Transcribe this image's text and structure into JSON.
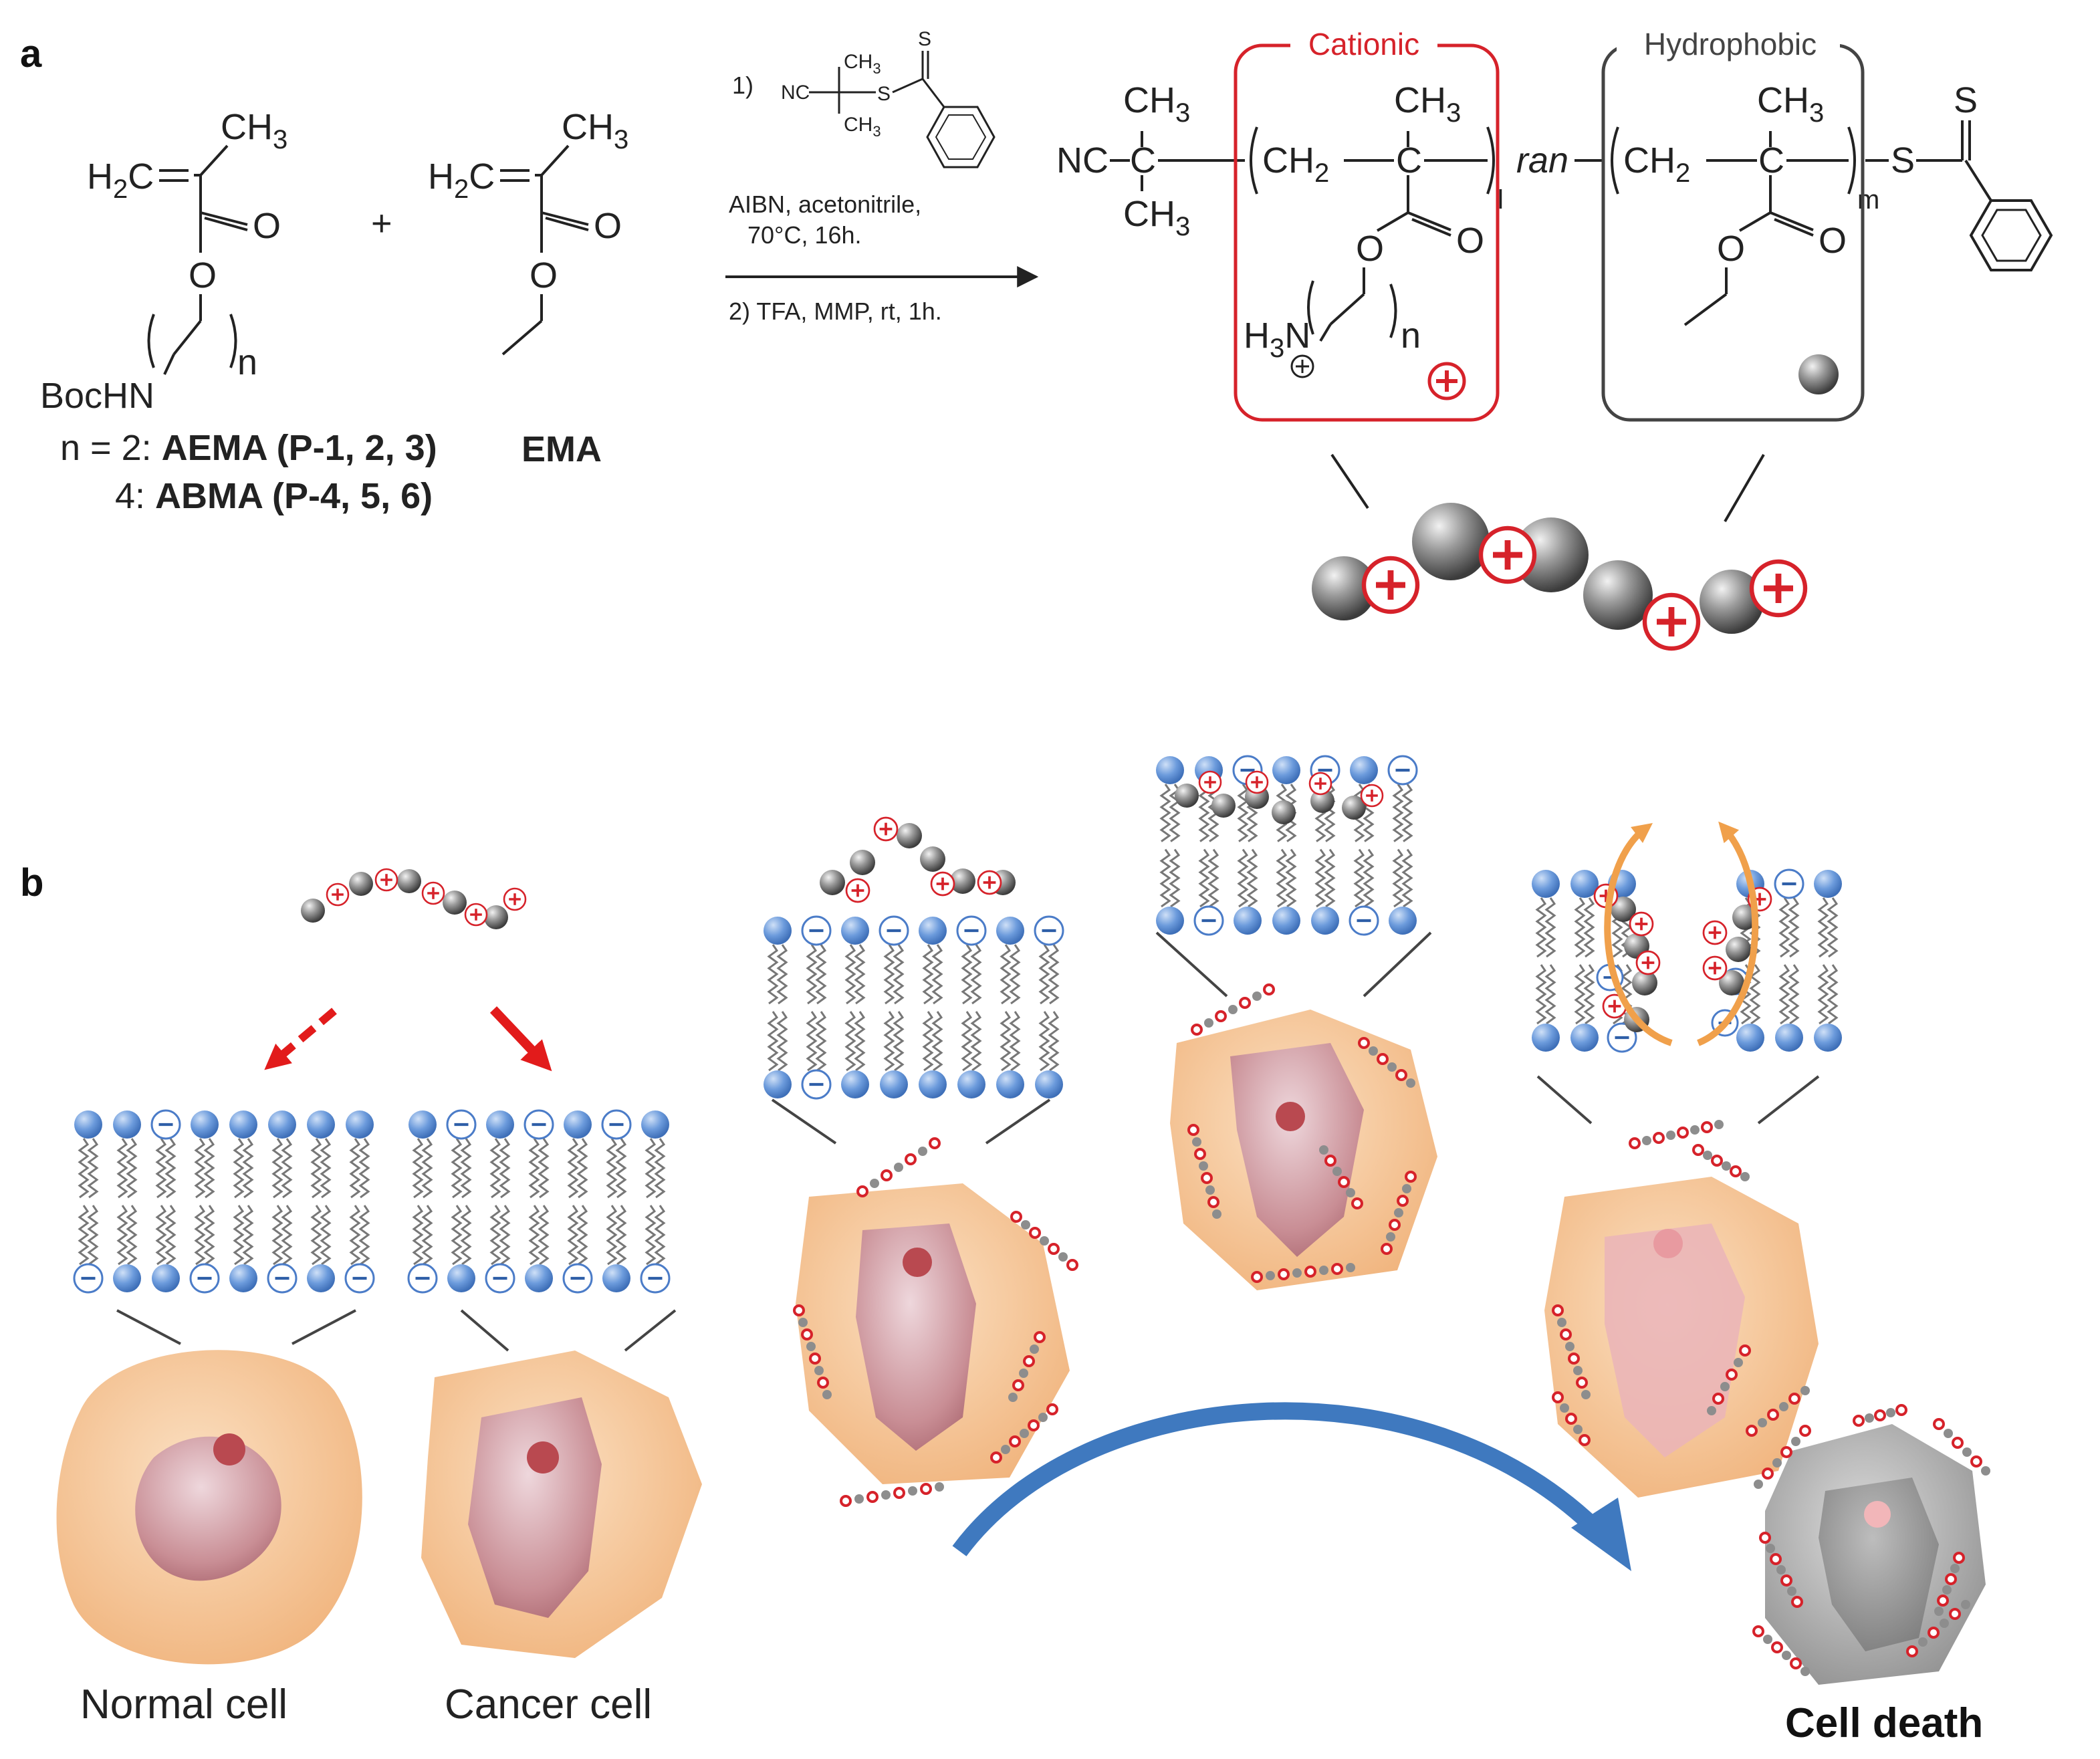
{
  "panel_a": {
    "label": "a",
    "monomer1": {
      "ch3": "CH",
      "ch3_sub": "3",
      "h2c": "H",
      "h2c_sub": "2",
      "h2c_tail": "C",
      "o_carbonyl": "O",
      "o_ester": "O",
      "bochn": "BocHN",
      "n_label": "n"
    },
    "monomer2": {
      "ch3": "CH",
      "ch3_sub": "3",
      "h2c": "H",
      "h2c_sub": "2",
      "h2c_tail": "C",
      "o_carbonyl": "O",
      "o_ester": "O"
    },
    "plus": "+",
    "n_line1_prefix": "n = 2: ",
    "n_line1_bold": "AEMA (P-1, 2, 3)",
    "n_line2_prefix": "4: ",
    "n_line2_bold": "ABMA (P-4, 5, 6)",
    "ema_label": "EMA",
    "conditions": {
      "step1_num": "1)",
      "raft_nc": "NC",
      "raft_ch3": "CH",
      "raft_ch3_sub": "3",
      "raft_s": "S",
      "raft_s_top": "S",
      "line1": "AIBN, acetonitrile,",
      "line2": "70°C, 16h.",
      "line3": "2) TFA, MMP, rt, 1h."
    },
    "polymer": {
      "nc": "NC",
      "ch3": "CH",
      "ch3_sub": "3",
      "ch2": "CH",
      "ch2_sub": "2",
      "c": "C",
      "o": "O",
      "l_sub": "l",
      "m_sub": "m",
      "ran": "ran",
      "s_end": "S",
      "s_top": "S",
      "h3n_h": "H",
      "h3n_sub": "3",
      "h3n_n": "N",
      "n_label": "n",
      "cationic": "Cationic",
      "hydrophobic": "Hydrophobic"
    }
  },
  "panel_b": {
    "label": "b",
    "normal_cell": "Normal cell",
    "cancer_cell": "Cancer cell",
    "cell_death": "Cell death"
  },
  "colors": {
    "cationic": "#d6222a",
    "lipid_head": "#5b8fd6",
    "cell": "#f2c08f",
    "arrow_blue": "#3f79bf",
    "arrow_orange": "#f0a04b"
  }
}
